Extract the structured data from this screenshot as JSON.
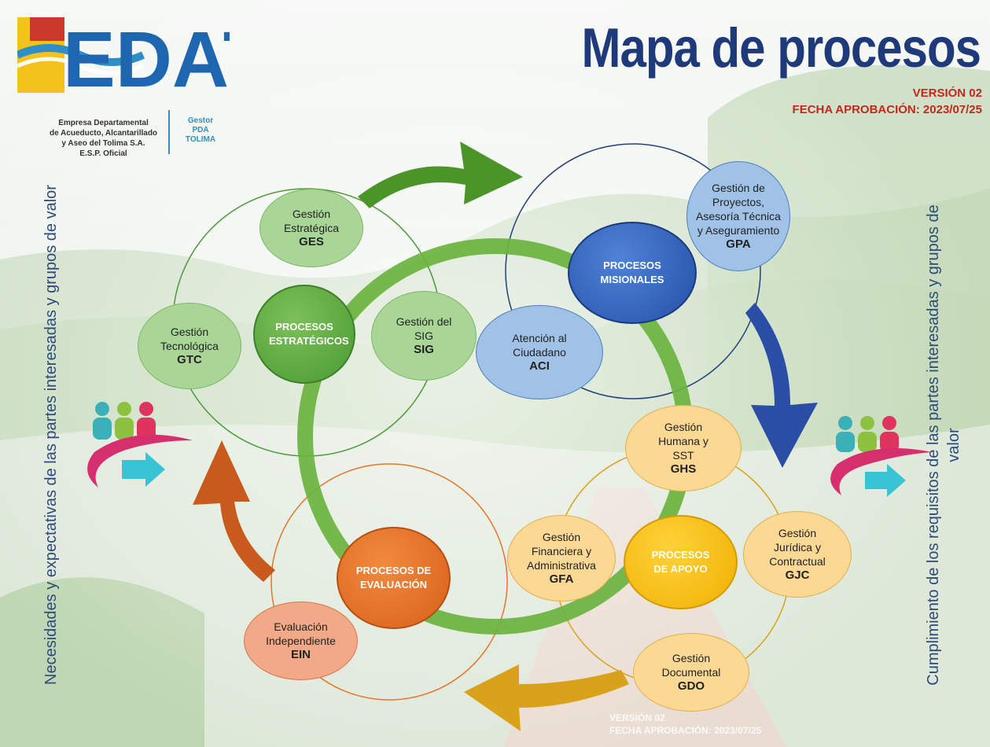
{
  "header": {
    "title": "Mapa de procesos",
    "version": "VERSIÓN 02",
    "approval": "FECHA APROBACIÓN: 2023/07/25"
  },
  "logo": {
    "brand": "EDAT",
    "company_lines": [
      "Empresa Departamental",
      "de Acueducto, Alcantarillado",
      "y Aseo del Tolima S.A.",
      "E.S.P. Oficial"
    ],
    "gestor_lines": [
      "Gestor",
      "PDA",
      "TOLIMA"
    ]
  },
  "side_texts": {
    "left": "Necesidades y expectativas de las partes interesadas y grupos de valor",
    "right": "Cumplimiento de los requisitos de las partes interesadas y grupos de valor"
  },
  "hubs": {
    "strategic": "PROCESOS ESTRATÉGICOS",
    "missional": "PROCESOS MISIONALES",
    "support": "PROCESOS DE APOYO",
    "evaluation": "PROCESOS DE EVALUACIÓN"
  },
  "processes": {
    "ges": {
      "name": "Gestión Estratégica",
      "code": "GES"
    },
    "gtc": {
      "name": "Gestión Tecnológica",
      "code": "GTC"
    },
    "sig": {
      "name": "Gestión del SIG",
      "code": "SIG"
    },
    "gpa": {
      "name": "Gestión de Proyectos, Asesoría Técnica y Aseguramiento",
      "code": "GPA"
    },
    "aci": {
      "name": "Atención al Ciudadano",
      "code": "ACI"
    },
    "ghs": {
      "name": "Gestión Humana y SST",
      "code": "GHS"
    },
    "gfa": {
      "name": "Gestión Financiera y Administrativa",
      "code": "GFA"
    },
    "gjc": {
      "name": "Gestión Jurídica y Contractual",
      "code": "GJC"
    },
    "gdo": {
      "name": "Gestión Documental",
      "code": "GDO"
    },
    "ein": {
      "name": "Evaluación Independiente",
      "code": "EIN"
    }
  },
  "footer": {
    "line1": "VERSIÓN 02",
    "line2": "FECHA APROBACIÓN: 2023/07/25"
  },
  "colors": {
    "title": "#1f3a7a",
    "version": "#c8261b",
    "strategic": "#5aa640",
    "missional": "#2b5fb8",
    "support": "#f5b800",
    "evaluation": "#e8742a",
    "ring": "#6ab33f"
  }
}
